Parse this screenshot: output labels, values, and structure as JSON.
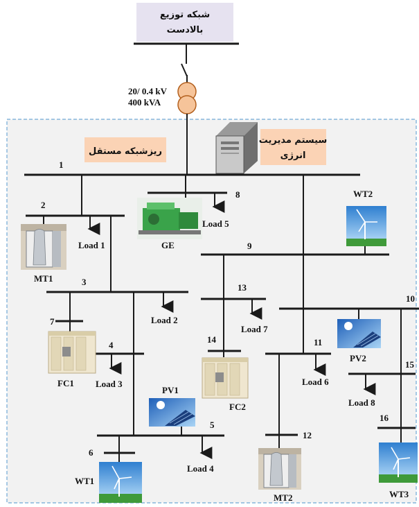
{
  "upstream": {
    "line1": "شبکه توزیع",
    "line2": "بالادست"
  },
  "transformer": {
    "ratio": "20/ 0.4 kV",
    "rating": "400 kVA"
  },
  "ems": {
    "line1": "سیستم مدیریت",
    "line2": "انرژی"
  },
  "microgrid_label": "ریزشبکه مستقل",
  "buses": {
    "b1": "1",
    "b2": "2",
    "b3": "3",
    "b4": "4",
    "b5": "5",
    "b6": "6",
    "b7": "7",
    "b8": "8",
    "b9": "9",
    "b10": "10",
    "b11": "11",
    "b12": "12",
    "b13": "13",
    "b14": "14",
    "b15": "15",
    "b16": "16"
  },
  "loads": {
    "l1": "Load 1",
    "l2": "Load 2",
    "l3": "Load 3",
    "l4": "Load 4",
    "l5": "Load 5",
    "l6": "Load 6",
    "l7": "Load 7",
    "l8": "Load 8"
  },
  "units": {
    "mt1": "MT1",
    "mt2": "MT2",
    "fc1": "FC1",
    "fc2": "FC2",
    "ge": "GE",
    "pv1": "PV1",
    "pv2": "PV2",
    "wt1": "WT1",
    "wt2": "WT2",
    "wt3": "WT3"
  },
  "colors": {
    "upstream_box": "#e6e2f0",
    "transformer": "#f6c49a",
    "label_box": "#fbd3b5",
    "microgrid_bg": "#f2f2f2",
    "microgrid_border": "#6fa8d6",
    "sky": "#4f9fe0",
    "grass": "#3f9a3a"
  }
}
